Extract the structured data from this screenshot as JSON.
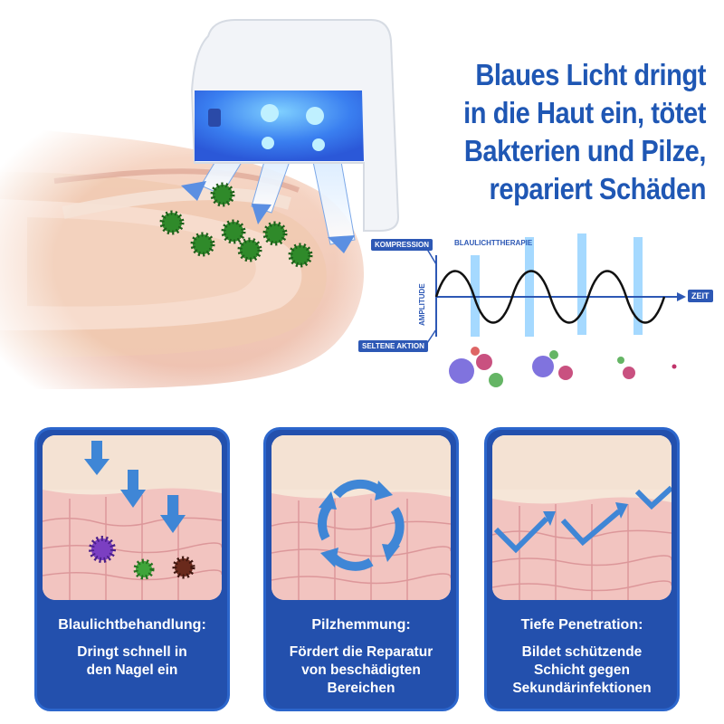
{
  "headline": {
    "lines": [
      "Blaues Licht dringt",
      "in die Haut ein, tötet",
      "Bakterien und Pilze,",
      "repariert Schäden"
    ]
  },
  "diagram": {
    "compression_label": "KOMPRESSION",
    "therapy_label": "BLAULICHTTHERAPIE",
    "amplitude_label": "AMPLITUDE",
    "time_label": "ZEIT",
    "rare_action_label": "SELTENE AKTION"
  },
  "cards": [
    {
      "title": "Blaulichtbehandlung:",
      "lines": [
        "Dringt schnell in",
        "den Nagel ein"
      ],
      "icon": "down-arrows-icon"
    },
    {
      "title": "Pilzhemmung:",
      "lines": [
        "Fördert die Reparatur",
        "von beschädigten",
        "Bereichen"
      ],
      "icon": "cycle-arrows-icon"
    },
    {
      "title": "Tiefe Penetration:",
      "lines": [
        "Bildet schützende",
        "Schicht gegen",
        "Sekundärinfektionen"
      ],
      "icon": "zigzag-arrow-icon"
    }
  ],
  "colors": {
    "brand_blue": "#1f57b4",
    "card_blue": "#2350ad",
    "skin_pink": "#f2c4c0",
    "germ_green": "#2f8a2a"
  }
}
